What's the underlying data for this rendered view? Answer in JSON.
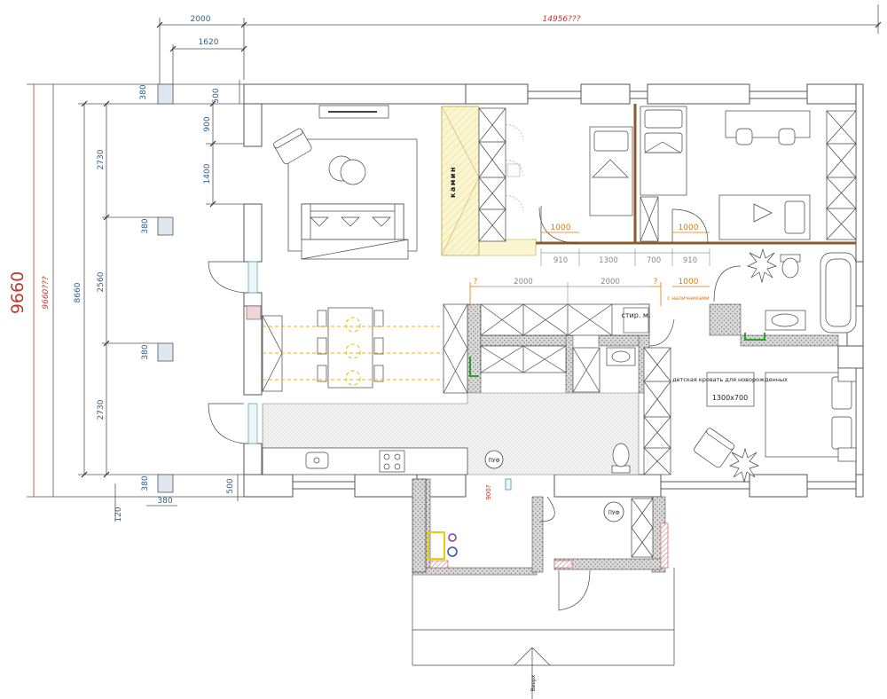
{
  "plan": {
    "overall_width": "14956???",
    "overall_height": "9660",
    "overall_height_alt": "9660???",
    "left": {
      "top_width": "2000",
      "inner_width": "1620",
      "d380_top": "380",
      "d500_top": "500",
      "d900": "900",
      "d1400": "1400",
      "d8660": "8660",
      "d2730_top": "2730",
      "d2560": "2560",
      "d2730_bot": "2730",
      "d380_a": "380",
      "d380_b": "380",
      "d380_c": "380",
      "d500_bot": "500",
      "d120": "120",
      "d380_bot": "380"
    },
    "doors": {
      "d1000_a": "1000",
      "d1000_b": "1000",
      "d1000_c": "1000",
      "c_label": "с наличниками"
    },
    "gray": {
      "g910_a": "910",
      "g1300": "1300",
      "g700": "700",
      "g910_b": "910",
      "g2000_a": "2000",
      "g2000_b": "2000"
    },
    "question": "?",
    "question2": "?",
    "fireplace_label": "камин",
    "washer_label": "стир. м.",
    "crib_label": "детская кровать для новорожденных",
    "crib_size": "1300x700",
    "pouf_a": "ПУФ",
    "pouf_b": "ПУФ",
    "dim_900q": "900?",
    "up_label": "Вверх"
  }
}
